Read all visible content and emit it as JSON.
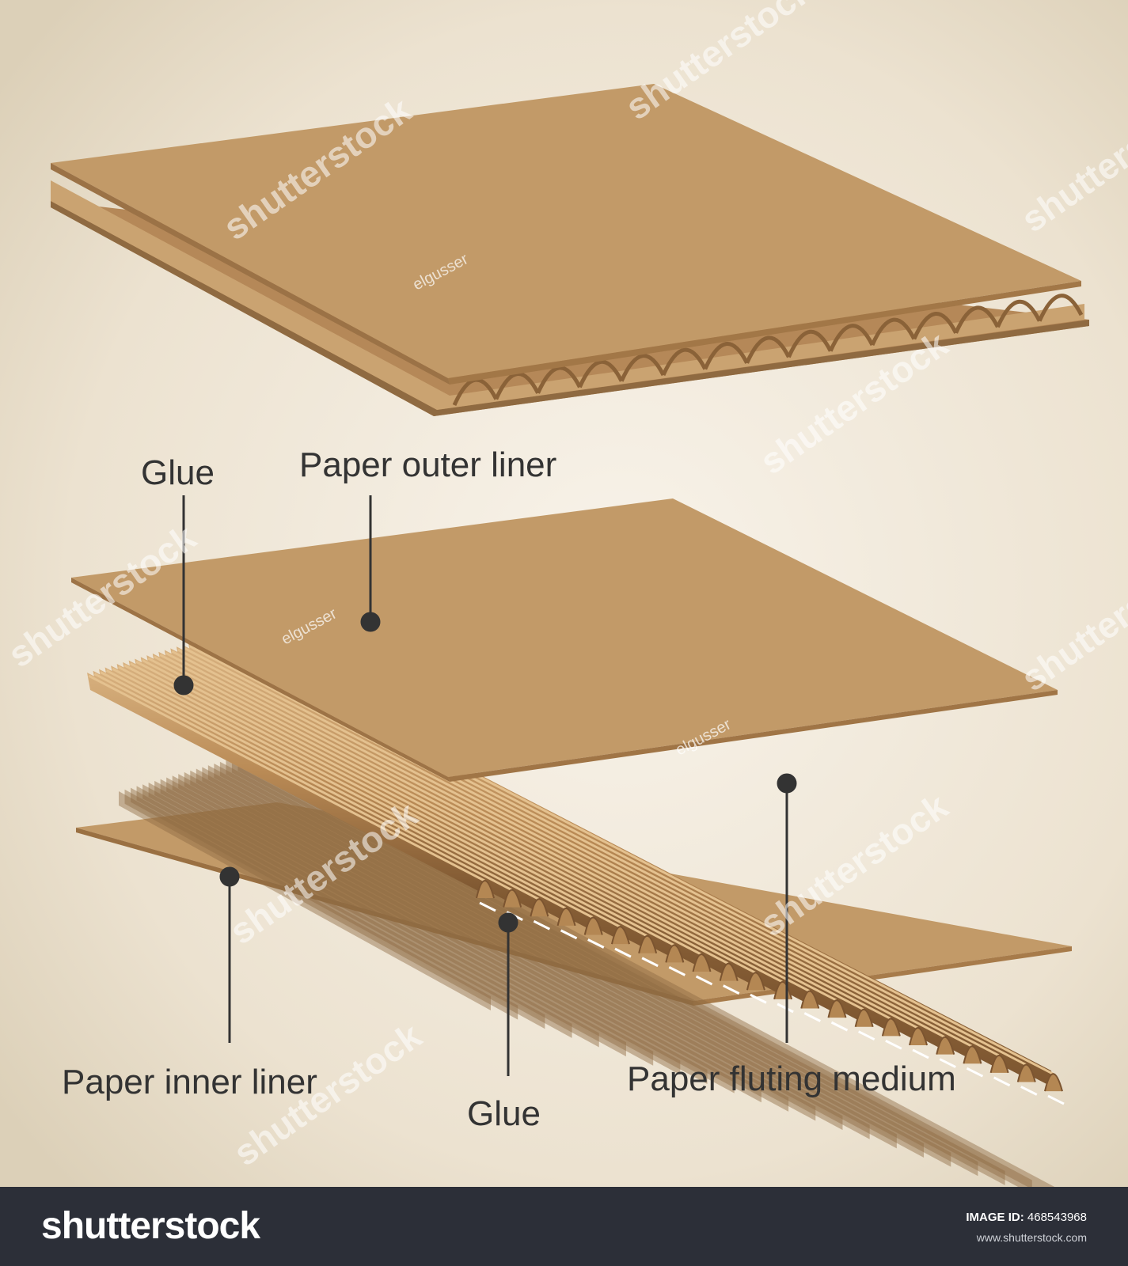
{
  "labels": {
    "glue_top": "Glue",
    "outer_liner": "Paper outer liner",
    "inner_liner": "Paper inner liner",
    "glue_bottom": "Glue",
    "fluting_medium": "Paper fluting medium"
  },
  "watermark": {
    "text": "shutterstock",
    "credit": "elgusser"
  },
  "footer": {
    "brand": "shutterstock",
    "image_id_label": "IMAGE ID:",
    "image_id_value": "468543968",
    "site": "www.shutterstock.com"
  },
  "colors": {
    "board": "#c29a68",
    "board_edge": "#8f6a41",
    "flute_light": "#c79c68",
    "flute_dark": "#8a6238",
    "leader": "#333333",
    "footer_bg": "#2c2f38"
  }
}
